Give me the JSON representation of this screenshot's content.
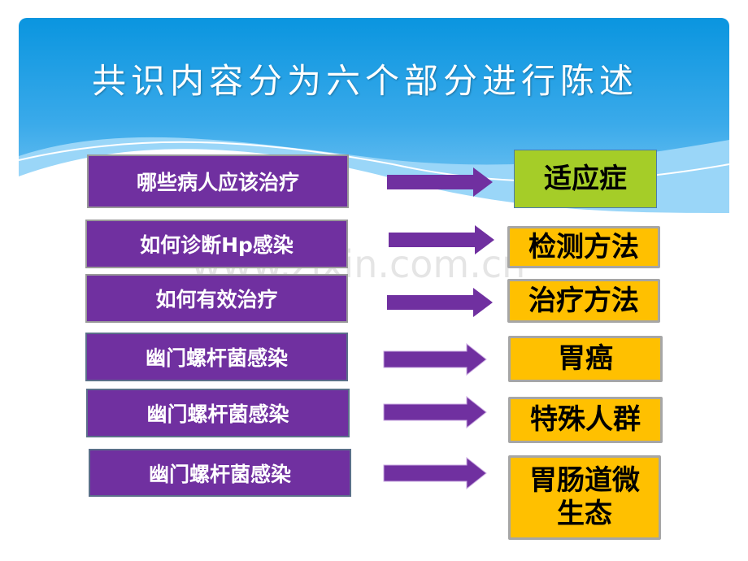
{
  "title": "共识内容分为六个部分进行陈述",
  "watermark": "www.zixin.com.cn",
  "rows": [
    {
      "left": "哪些病人应该治疗",
      "right": "适应症"
    },
    {
      "left": "如何诊断Hp感染",
      "right": "检测方法"
    },
    {
      "left": "如何有效治疗",
      "right": "治疗方法"
    },
    {
      "left": "幽门螺杆菌感染",
      "right": "胃癌"
    },
    {
      "left": "幽门螺杆菌感染",
      "right": "特殊人群"
    },
    {
      "left": "幽门螺杆菌感染",
      "right": "胃肠道微生态"
    }
  ],
  "colors": {
    "purple": "#7030a0",
    "gold": "#ffc000",
    "green": "#a5cd28",
    "blue": "#0a95df"
  }
}
